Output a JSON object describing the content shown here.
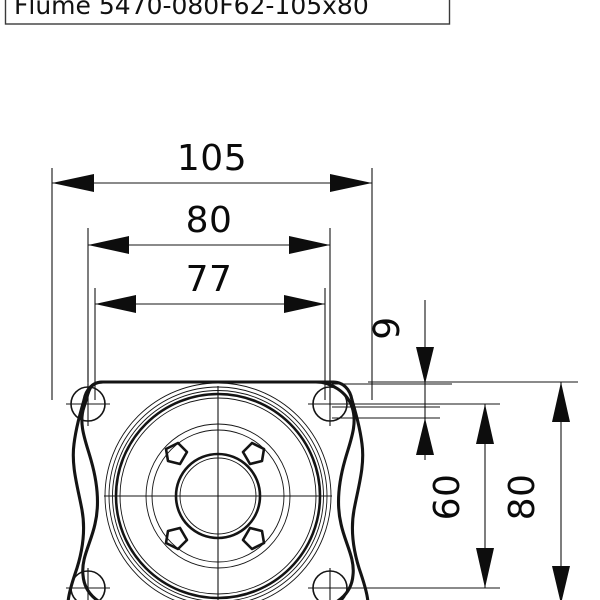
{
  "drawing": {
    "title_block": {
      "label": "Flume 5470-080F62-105x80",
      "part_prefix": "Flume",
      "part_code": "5470-080F62-105x80"
    },
    "dimensions": {
      "horizontal": [
        {
          "name": "overall-width",
          "value": "105",
          "unit": "mm"
        },
        {
          "name": "bolt-circle-width",
          "value": "80",
          "unit": "mm"
        },
        {
          "name": "pilot-width",
          "value": "77",
          "unit": "mm"
        }
      ],
      "vertical": [
        {
          "name": "flange-thickness",
          "value": "9",
          "unit": "mm"
        },
        {
          "name": "bolt-spacing-height",
          "value": "60",
          "unit": "mm"
        },
        {
          "name": "overall-height",
          "value": "80",
          "unit": "mm"
        }
      ]
    },
    "features": {
      "mounting_holes": 4,
      "hub_bolts": 4,
      "view": "front"
    },
    "colors": {
      "line": "#141414",
      "text": "#0a0a0a",
      "background": "#ffffff"
    }
  }
}
